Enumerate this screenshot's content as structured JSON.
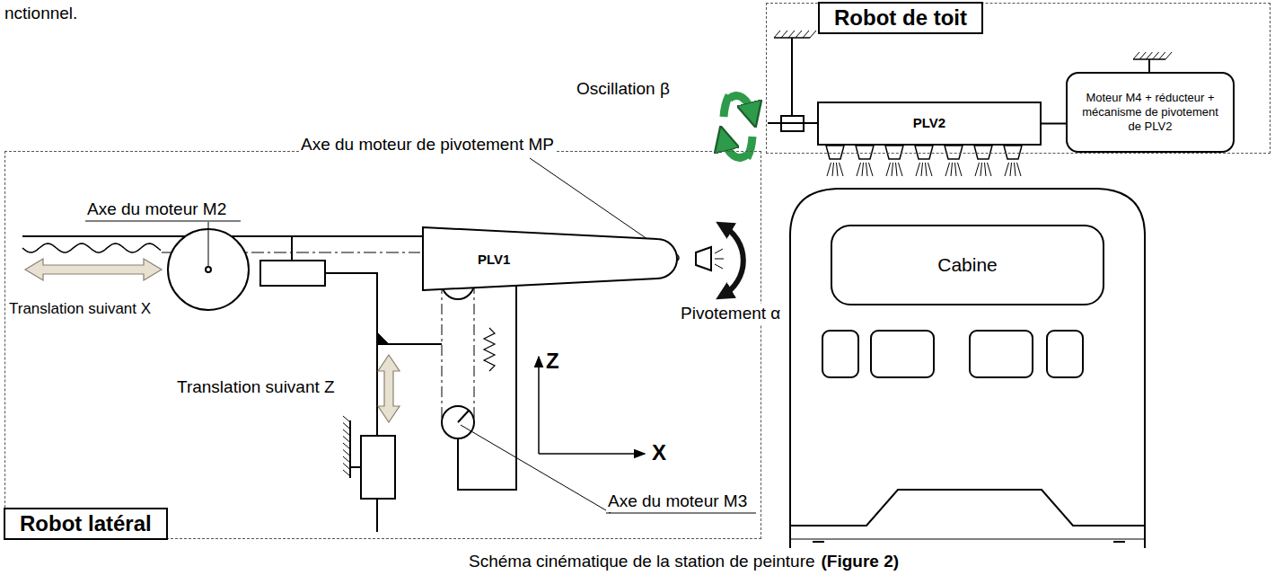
{
  "diagram": {
    "caption": "Schéma cinématique de la station de peinture",
    "nodes": [
      {
        "text": [
          "Robot de toit"
        ]
      },
      {
        "text": [
          "PLV2"
        ],
        "in": 0
      },
      {
        "text": [
          "Moteur M4 + réducteur + mécanisme de pivotement de PLV2"
        ],
        "in": 0
      },
      {
        "text": [
          "Robot latéral"
        ]
      },
      {
        "text": [
          "PLV1"
        ],
        "in": 3
      },
      {
        "text": [
          "Cabine"
        ]
      }
    ],
    "edges": [
      {
        "from": 1,
        "to": 2,
        "arrow": "none"
      }
    ],
    "labels": [
      "nctionnel.",
      "Oscillation β",
      "Axe du moteur de pivotement MP",
      "Axe du moteur M2",
      "Pivotement α",
      "Translation suivant X",
      "Translation suivant Z",
      "Z",
      "X",
      "Axe du moteur M3",
      "(Figure 2)"
    ]
  }
}
